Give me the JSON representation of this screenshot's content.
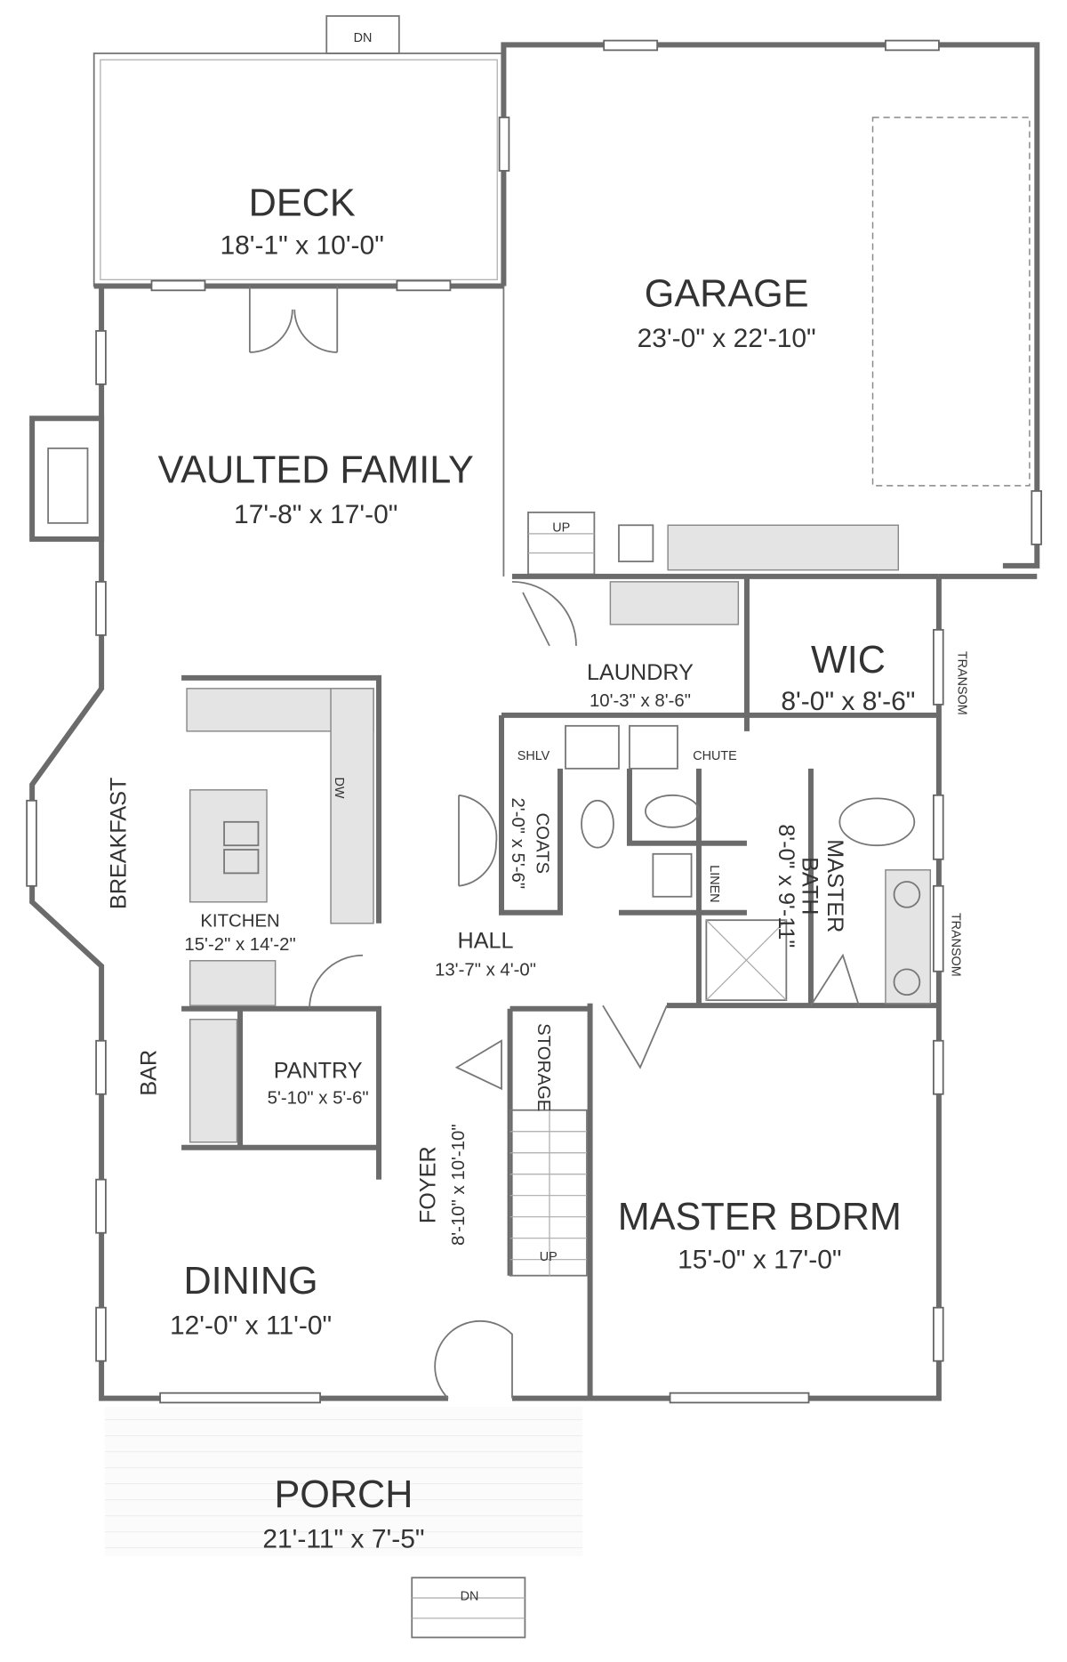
{
  "rooms": {
    "deck": {
      "name": "DECK",
      "size": "18'-1\" x 10'-0\""
    },
    "garage": {
      "name": "GARAGE",
      "size": "23'-0\" x 22'-10\""
    },
    "family": {
      "name": "VAULTED FAMILY",
      "size": "17'-8\" x 17'-0\""
    },
    "laundry": {
      "name": "LAUNDRY",
      "size": "10'-3\" x 8'-6\""
    },
    "wic": {
      "name": "WIC",
      "size": "8'-0\" x 8'-6\""
    },
    "kitchen": {
      "name": "KITCHEN",
      "size": "15'-2\" x 14'-2\""
    },
    "breakfast": {
      "name": "BREAKFAST"
    },
    "coats": {
      "name": "COATS",
      "size": "2'-0\" x 5'-6\""
    },
    "hall": {
      "name": "HALL",
      "size": "13'-7\" x 4'-0\""
    },
    "master_bath": {
      "name": "MASTER",
      "name2": "BATH",
      "size": "8'-0\" x 9'-11\""
    },
    "pantry": {
      "name": "PANTRY",
      "size": "5'-10\" x 5'-6\""
    },
    "bar": {
      "name": "BAR"
    },
    "storage": {
      "name": "STORAGE"
    },
    "foyer": {
      "name": "FOYER",
      "size": "8'-10\" x 10'-10\""
    },
    "master_bdrm": {
      "name": "MASTER BDRM",
      "size": "15'-0\" x 17'-0\""
    },
    "dining": {
      "name": "DINING",
      "size": "12'-0\" x 11'-0\""
    },
    "porch": {
      "name": "PORCH",
      "size": "21'-11\" x 7'-5\""
    }
  },
  "labels": {
    "shlv": "SHLV",
    "chute": "CHUTE",
    "linen": "LINEN",
    "transom1": "TRANSOM",
    "transom2": "TRANSOM",
    "up_garage": "UP",
    "up_stair": "UP",
    "dn_deck": "DN",
    "dn_porch": "DN",
    "dw": "DW"
  }
}
